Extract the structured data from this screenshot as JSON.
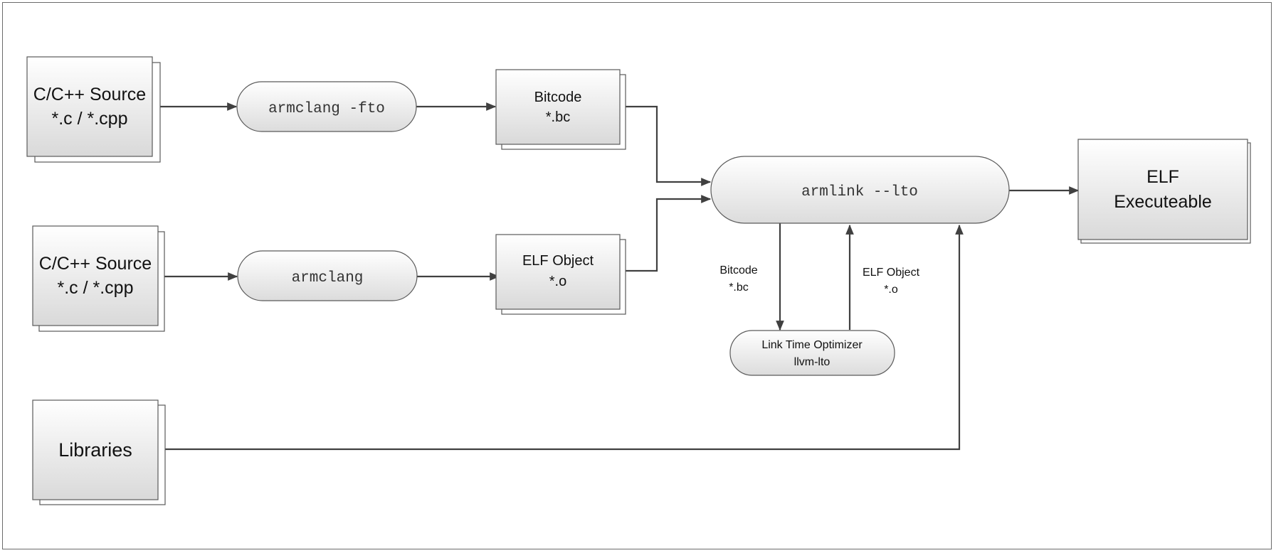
{
  "nodes": {
    "source1": {
      "line1": "C/C++ Source",
      "line2": "*.c / *.cpp"
    },
    "source2": {
      "line1": "C/C++ Source",
      "line2": "*.c / *.cpp"
    },
    "libraries": {
      "label": "Libraries"
    },
    "armclang_fto": {
      "label": "armclang -fto"
    },
    "armclang": {
      "label": "armclang"
    },
    "bitcode": {
      "line1": "Bitcode",
      "line2": "*.bc"
    },
    "elf_object": {
      "line1": "ELF Object",
      "line2": "*.o"
    },
    "armlink": {
      "label": "armlink --lto"
    },
    "lto": {
      "line1": "Link Time Optimizer",
      "line2": "llvm-lto"
    },
    "elf_exe": {
      "line1": "ELF",
      "line2": "Executeable"
    }
  },
  "edge_labels": {
    "to_lto": {
      "line1": "Bitcode",
      "line2": "*.bc"
    },
    "from_lto": {
      "line1": "ELF Object",
      "line2": "*.o"
    }
  },
  "colors": {
    "fill_light": "#ffffff",
    "fill_dark": "#dadada",
    "stroke": "#5a5a5a",
    "connector": "#404040"
  }
}
